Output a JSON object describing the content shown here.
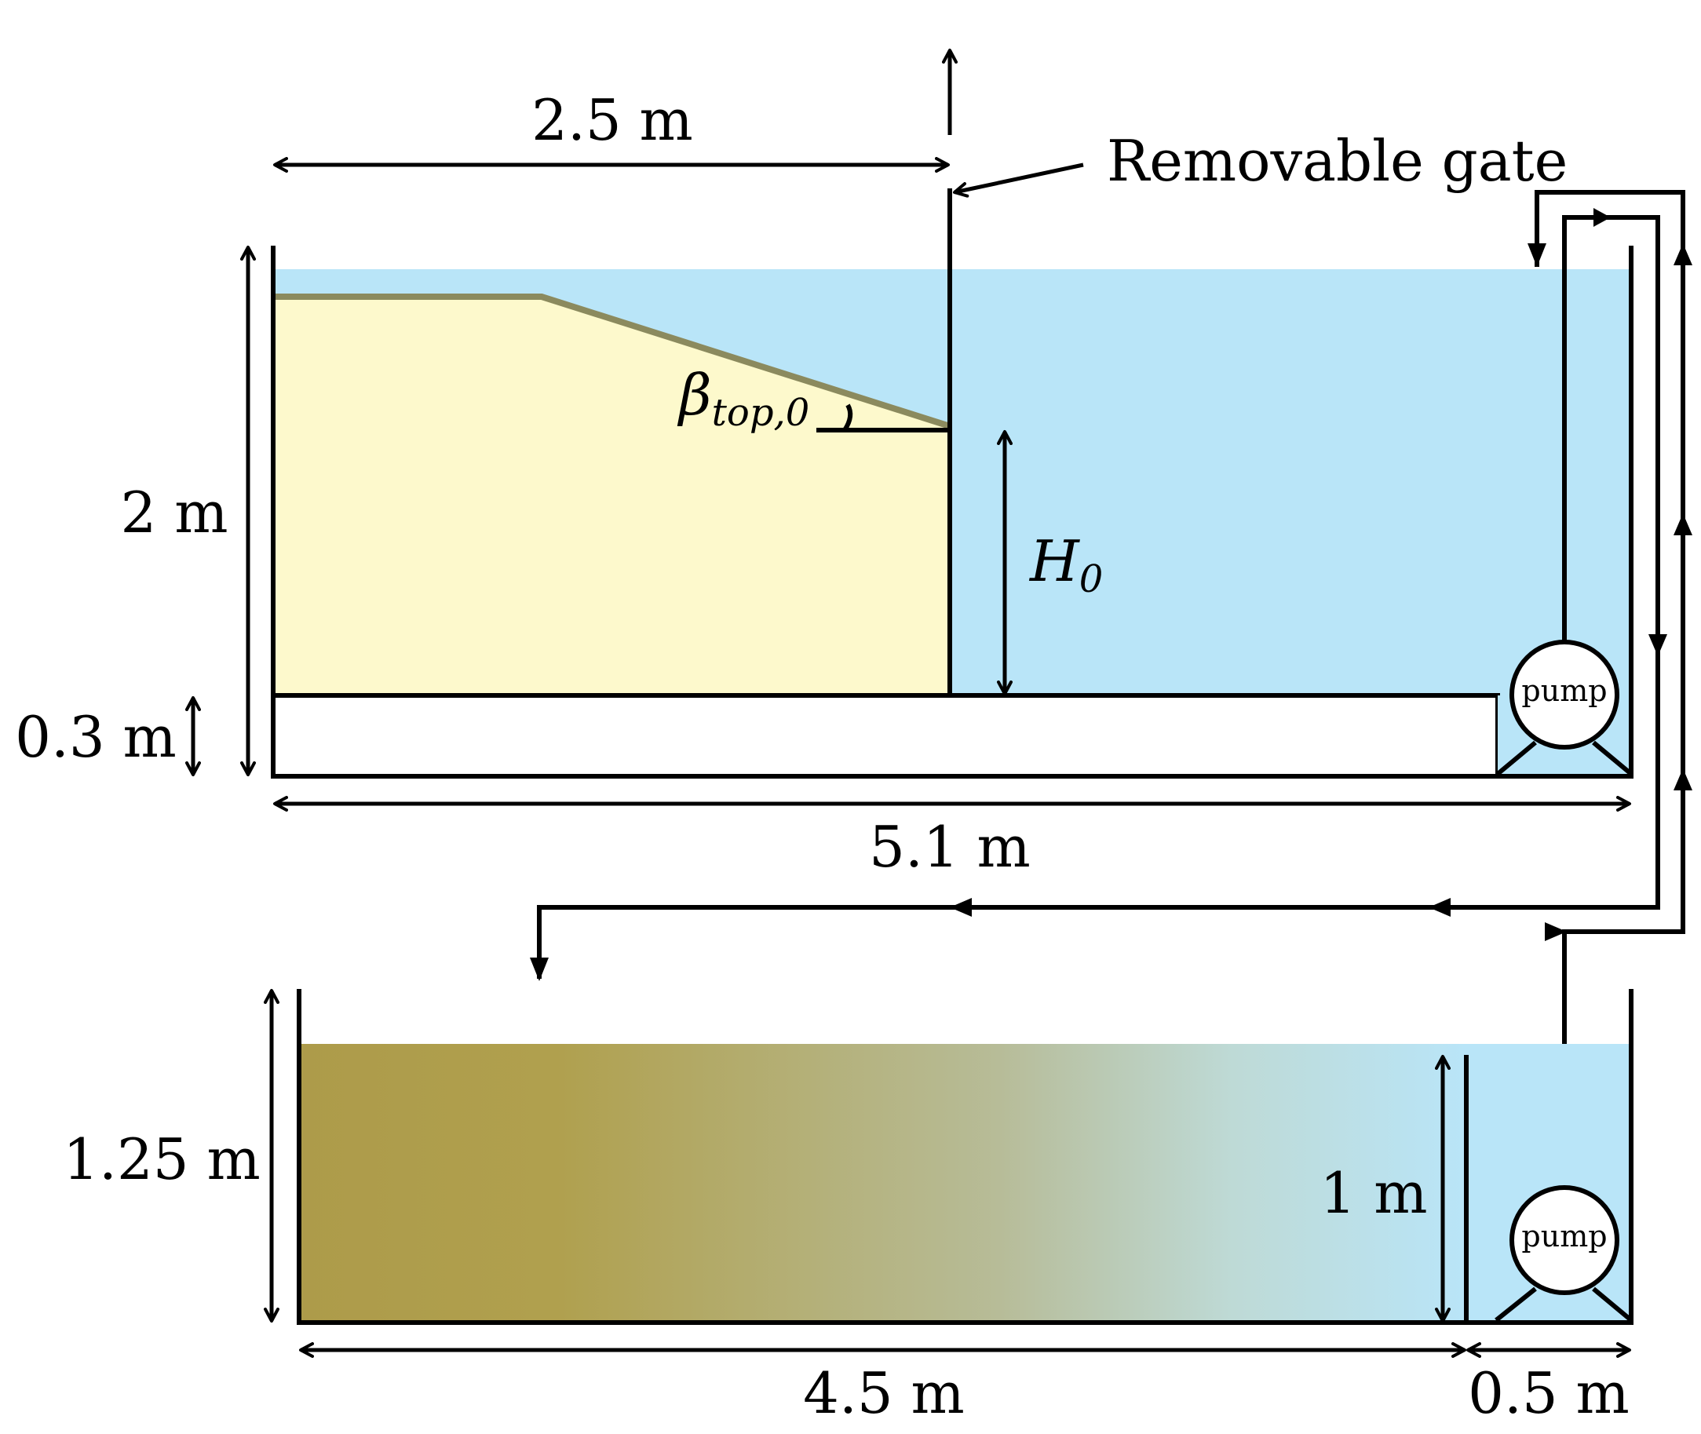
{
  "colors": {
    "water": "#b9e5f8",
    "sand": "#fdf9cc",
    "slope_line": "#8b8a5e",
    "sediment_dark": "#ad9b4a",
    "sediment_mid": "#b7bc98",
    "line": "#000000"
  },
  "icons": {
    "pump": "pump-icon",
    "arrow": "arrow-icon"
  },
  "upper_tank": {
    "length_label": "5.1 m",
    "gate_distance_label": "2.5 m",
    "height_label": "2 m",
    "floor_label": "0.3 m",
    "gate_label": "Removable gate",
    "slope_angle_symbol": "β",
    "slope_angle_subscript": "top,0",
    "sand_height_symbol": "H",
    "sand_height_subscript": "0",
    "pump_label": "pump"
  },
  "lower_tank": {
    "length_label": "4.5 m",
    "sump_label": "0.5 m",
    "height_label": "1.25 m",
    "weir_label": "1 m",
    "pump_label": "pump"
  }
}
